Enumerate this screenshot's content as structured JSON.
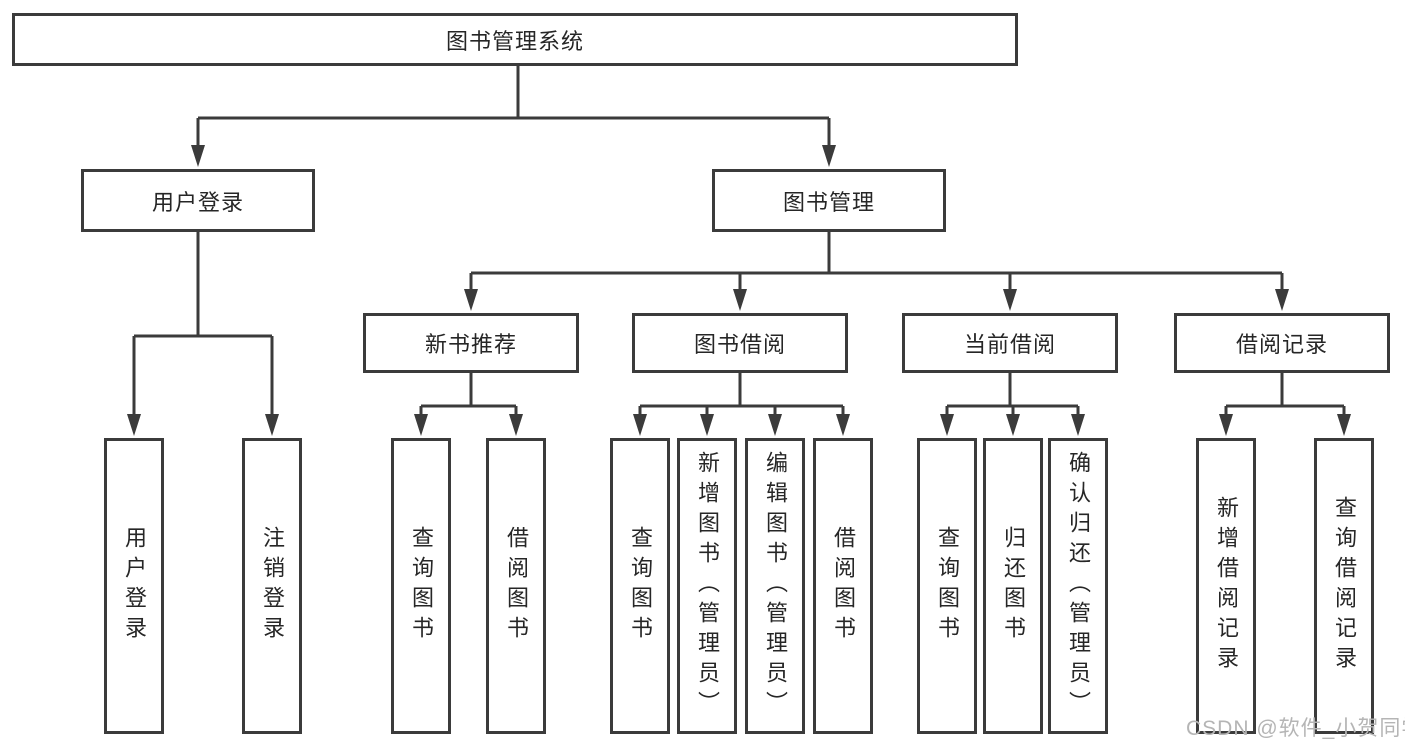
{
  "diagram": {
    "title": "图书管理系统",
    "root": {
      "label": "图书管理系统"
    },
    "level2": [
      {
        "label": "用户登录",
        "children": [
          "用户登录",
          "注销登录"
        ]
      },
      {
        "label": "图书管理",
        "groups": [
          {
            "label": "新书推荐",
            "children": [
              "查询图书",
              "借阅图书"
            ]
          },
          {
            "label": "图书借阅",
            "children": [
              "查询图书",
              "新增图书（管理员）",
              "编辑图书（管理员）",
              "借阅图书"
            ]
          },
          {
            "label": "当前借阅",
            "children": [
              "查询图书",
              "归还图书",
              "确认归还（管理员）"
            ]
          },
          {
            "label": "借阅记录",
            "children": [
              "新增借阅记录",
              "查询借阅记录"
            ]
          }
        ]
      }
    ]
  },
  "watermark": {
    "text": "CSDN @软件_小贺同学"
  },
  "colors": {
    "line": "#3b3b3b",
    "text": "#262626",
    "watermark": "#b5b5b5",
    "background": "#ffffff"
  }
}
